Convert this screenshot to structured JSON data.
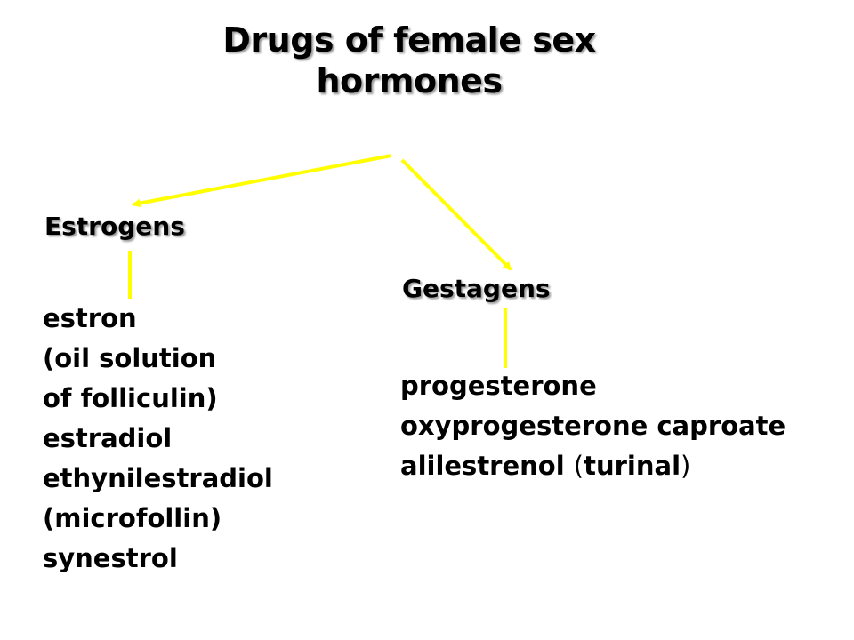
{
  "title": {
    "line1": "Drugs of female sex",
    "line2": "hormones"
  },
  "branches": {
    "estrogens": {
      "heading": "Estrogens",
      "items": [
        "estron",
        "(oil solution",
        "of folliculin)",
        "estradiol",
        "ethynilestradiol",
        "(microfollin)",
        "synestrol"
      ]
    },
    "gestagens": {
      "heading": "Gestagens",
      "items": {
        "item0": "progesterone",
        "item1": "oxyprogesterone caproate",
        "item2": {
          "name": "alilestrenol",
          "open": "(",
          "alt": "turinal",
          "close": ")"
        }
      }
    }
  },
  "colors": {
    "connector": "#ffff00",
    "text": "#000000",
    "background": "#ffffff"
  }
}
